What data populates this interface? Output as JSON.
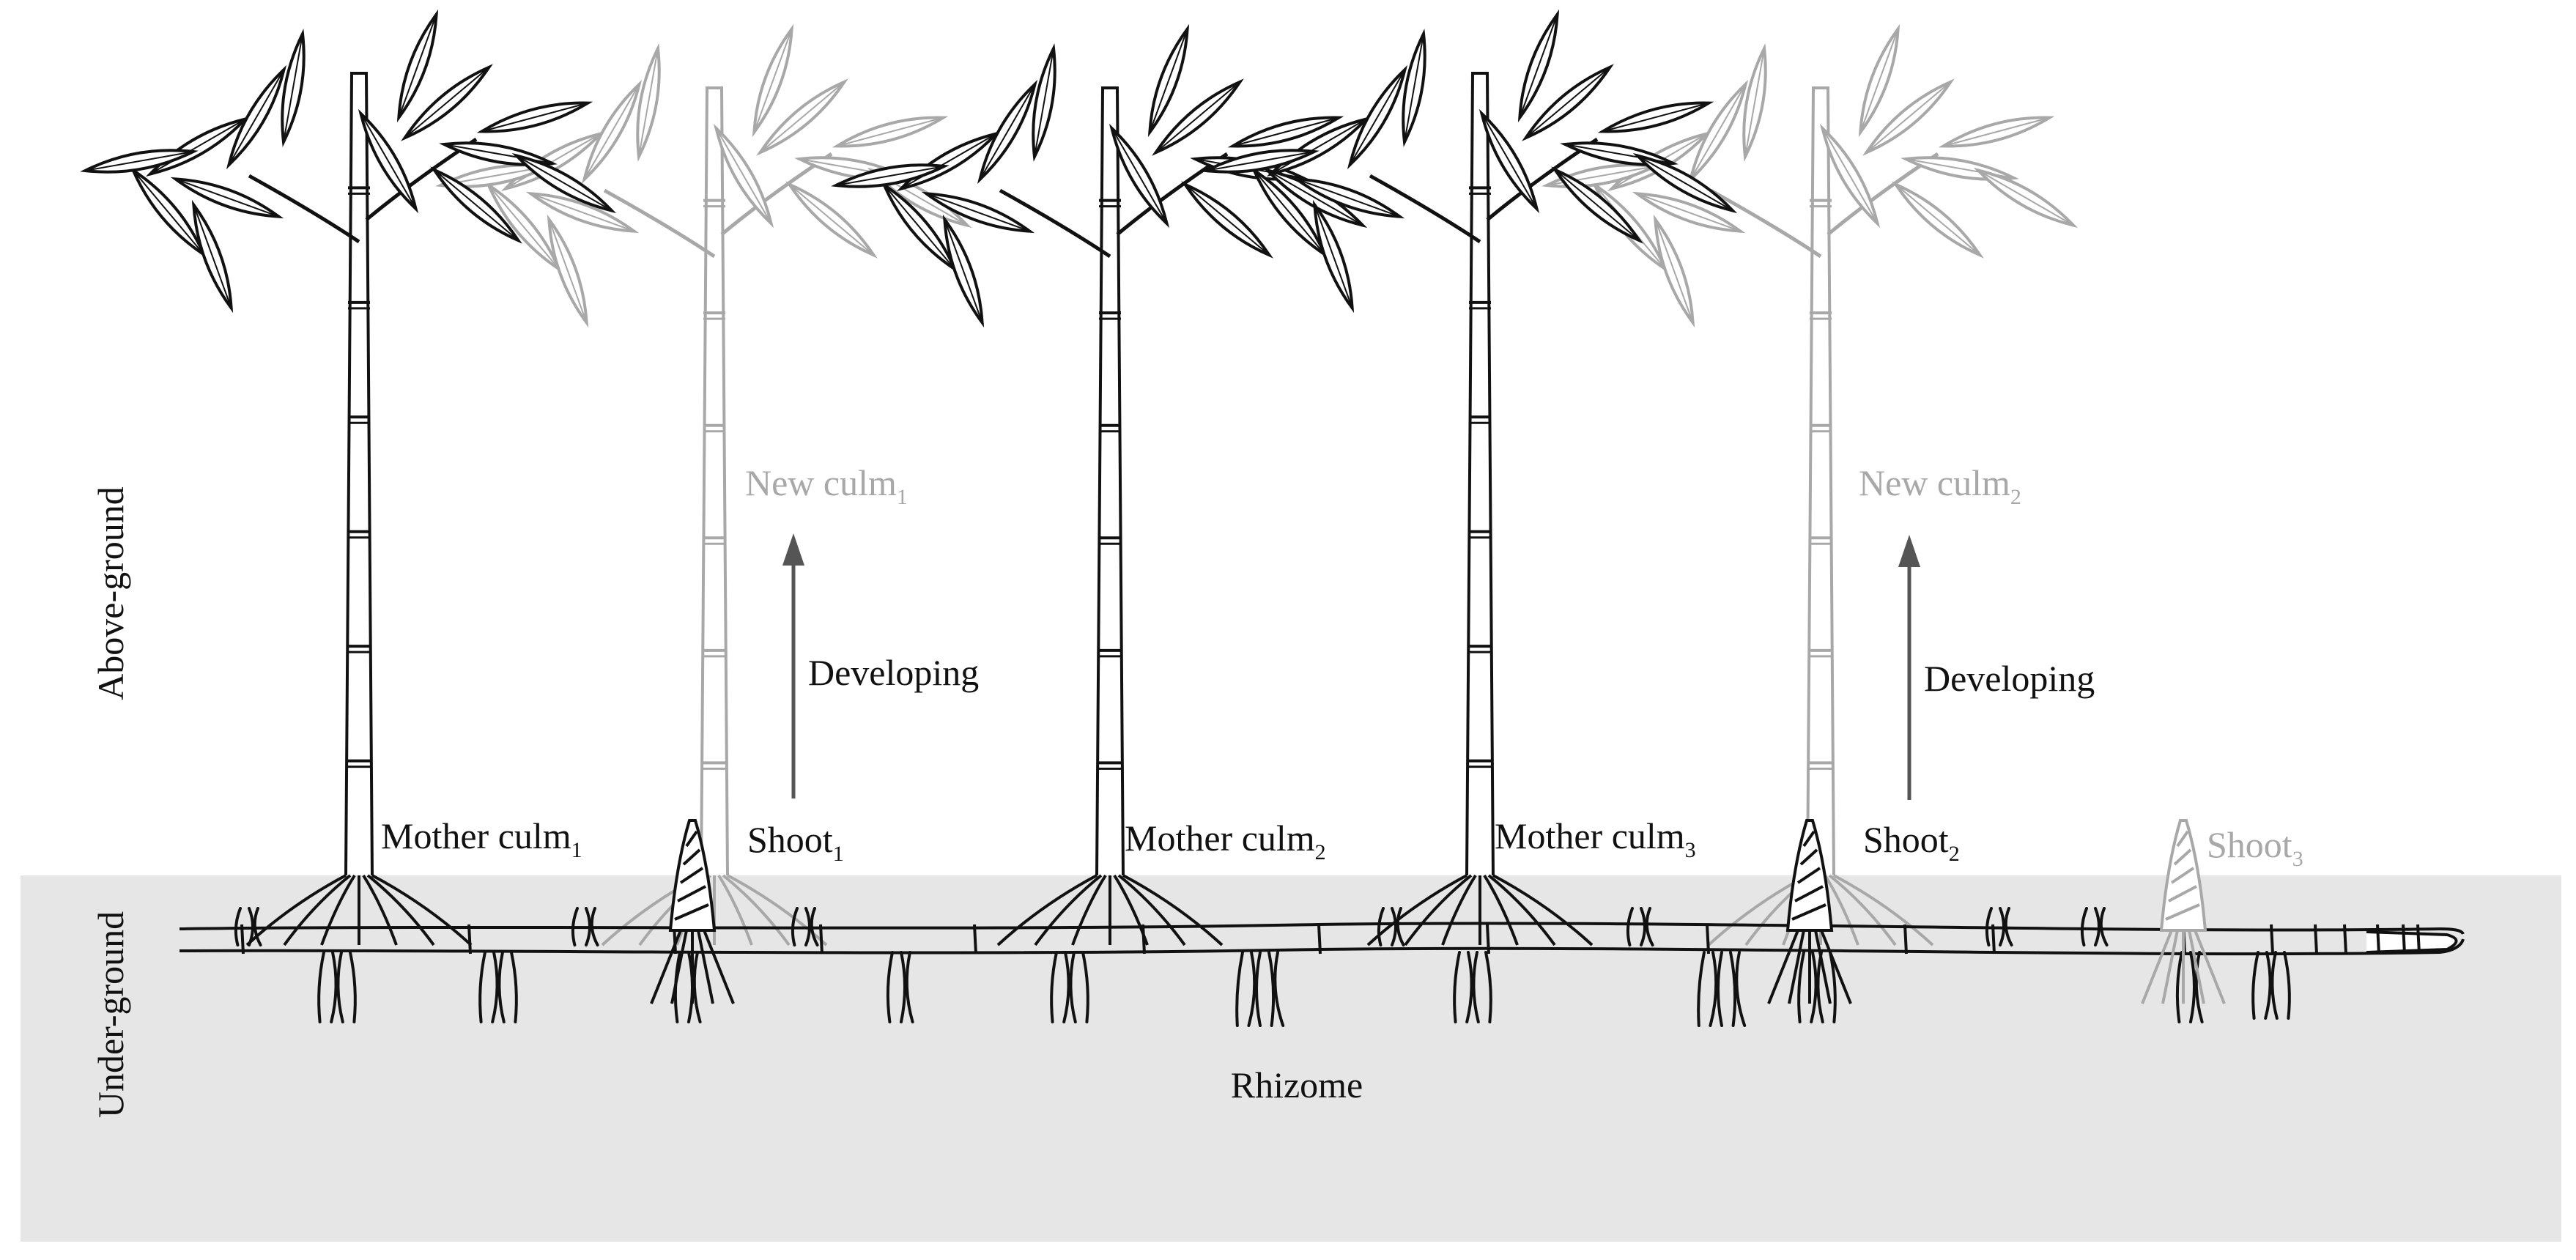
{
  "colors": {
    "background": "#ffffff",
    "underground_fill": "#e6e6e6",
    "ink_dark": "#111111",
    "ink_faded": "#a8a8a8",
    "arrow": "#555555"
  },
  "zones": {
    "above": "Above-ground",
    "under": "Under-ground"
  },
  "rhizome_label": "Rhizome",
  "labels": {
    "mother1": {
      "main": "Mother culm",
      "sub": "1"
    },
    "mother2": {
      "main": "Mother culm",
      "sub": "2"
    },
    "mother3": {
      "main": "Mother culm",
      "sub": "3"
    },
    "shoot1": {
      "main": "Shoot",
      "sub": "1"
    },
    "shoot2": {
      "main": "Shoot",
      "sub": "2"
    },
    "shoot3": {
      "main": "Shoot",
      "sub": "3"
    },
    "newculm1": {
      "main": "New culm",
      "sub": "1"
    },
    "newculm2": {
      "main": "New culm",
      "sub": "2"
    },
    "developing1": "Developing",
    "developing2": "Developing"
  },
  "icons": {
    "mother_culm": "bamboo-culm-icon",
    "new_culm": "bamboo-culm-faded-icon",
    "shoot": "bamboo-shoot-icon",
    "arrow": "arrow-up-icon"
  }
}
